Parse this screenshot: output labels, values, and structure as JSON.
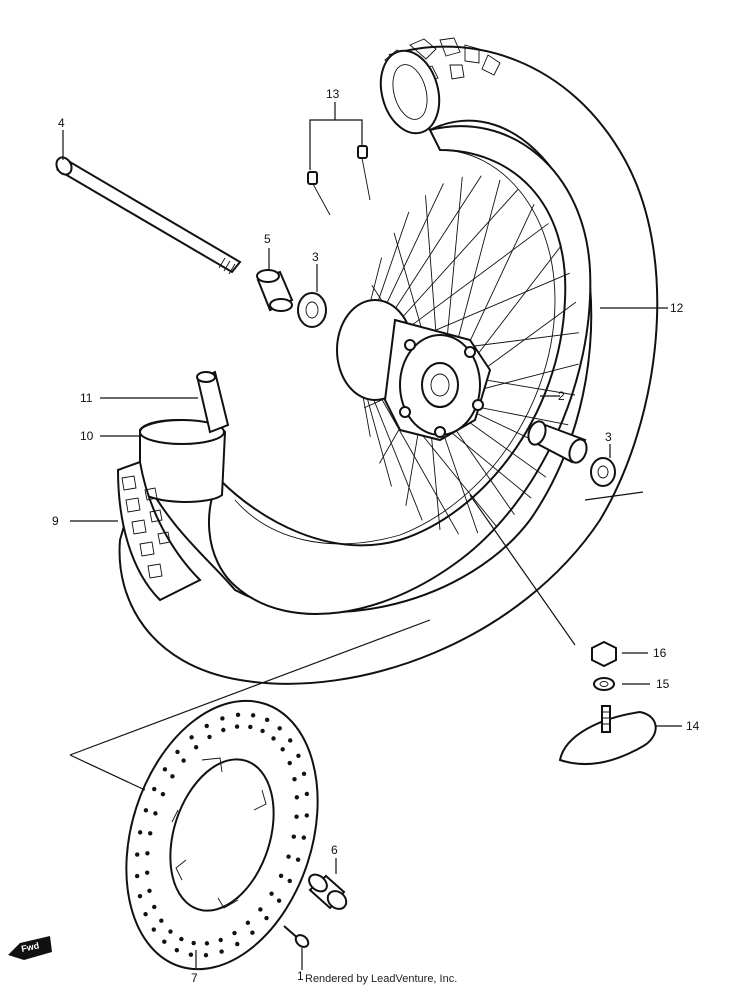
{
  "callouts": [
    {
      "id": "c4",
      "text": "4"
    },
    {
      "id": "c5",
      "text": "5"
    },
    {
      "id": "c3a",
      "text": "3"
    },
    {
      "id": "c13",
      "text": "13"
    },
    {
      "id": "c12",
      "text": "12"
    },
    {
      "id": "c11",
      "text": "11"
    },
    {
      "id": "c10",
      "text": "10"
    },
    {
      "id": "c9",
      "text": "9"
    },
    {
      "id": "c2",
      "text": "2"
    },
    {
      "id": "c3b",
      "text": "3"
    },
    {
      "id": "c16",
      "text": "16"
    },
    {
      "id": "c15",
      "text": "15"
    },
    {
      "id": "c14",
      "text": "14"
    },
    {
      "id": "c6",
      "text": "6"
    },
    {
      "id": "c1",
      "text": "1"
    },
    {
      "id": "c7",
      "text": "7"
    }
  ],
  "direction_badge": "Fwd",
  "credit": "Rendered by LeadVenture, Inc.",
  "colors": {
    "line": "#111111",
    "background": "#ffffff"
  }
}
